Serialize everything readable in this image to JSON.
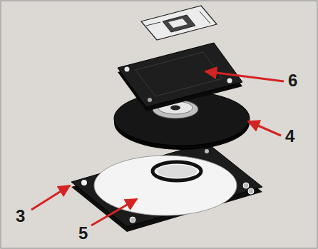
{
  "diagram": {
    "labels": [
      "6",
      "4",
      "3",
      "5"
    ]
  }
}
